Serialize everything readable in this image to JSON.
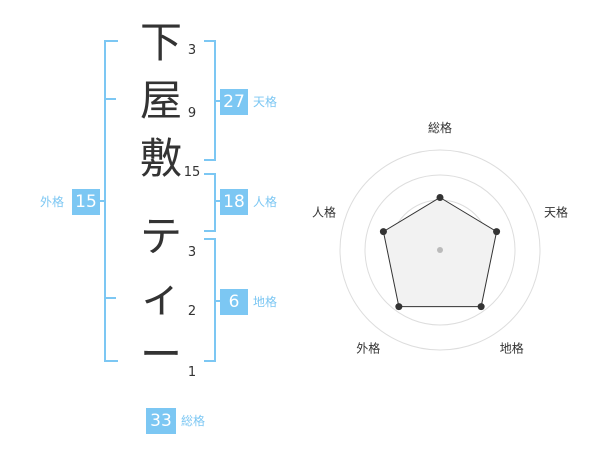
{
  "name": {
    "characters": [
      {
        "char": "下",
        "strokes": "3"
      },
      {
        "char": "屋",
        "strokes": "9"
      },
      {
        "char": "敷",
        "strokes": "15"
      },
      {
        "char": "テ",
        "strokes": "3"
      },
      {
        "char": "ィ",
        "strokes": "2"
      },
      {
        "char": "ー",
        "strokes": "1"
      }
    ]
  },
  "kakusu": {
    "tenkaku": {
      "value": "27",
      "label": "天格"
    },
    "jinkaku": {
      "value": "18",
      "label": "人格"
    },
    "chikaku": {
      "value": "6",
      "label": "地格"
    },
    "gaikaku": {
      "value": "15",
      "label": "外格"
    },
    "soukaku": {
      "value": "33",
      "label": "総格"
    }
  },
  "chart_data": {
    "type": "radar",
    "axes": [
      "総格",
      "天格",
      "地格",
      "外格",
      "人格"
    ],
    "values": [
      0.75,
      0.85,
      1.0,
      1.0,
      0.85
    ],
    "max": 1.0,
    "rings": 4,
    "colors": {
      "fill": "#f2f2f2",
      "grid": "#dddddd",
      "line": "#333333",
      "point": "#333333",
      "center": "#bbbbbb"
    }
  },
  "colors": {
    "accent": "#7cc7f3",
    "text": "#333333"
  }
}
